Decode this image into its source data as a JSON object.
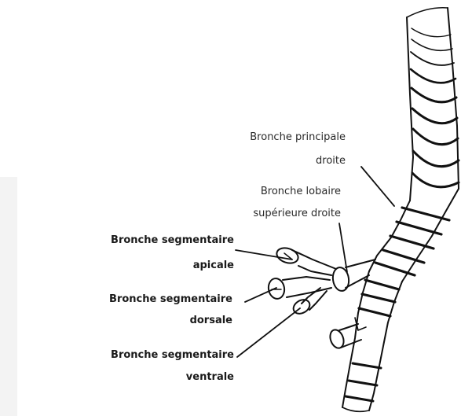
{
  "labels": {
    "main_bronchus": [
      "Bronche principale",
      "droite"
    ],
    "upper_lobe": [
      "Bronche lobaire",
      "supérieure droite"
    ],
    "apical": [
      "Bronche segmentaire",
      "apicale"
    ],
    "dorsal": [
      "Bronche segmentaire",
      "dorsale"
    ],
    "ventral": [
      "Bronche segmentaire",
      "ventrale"
    ]
  }
}
